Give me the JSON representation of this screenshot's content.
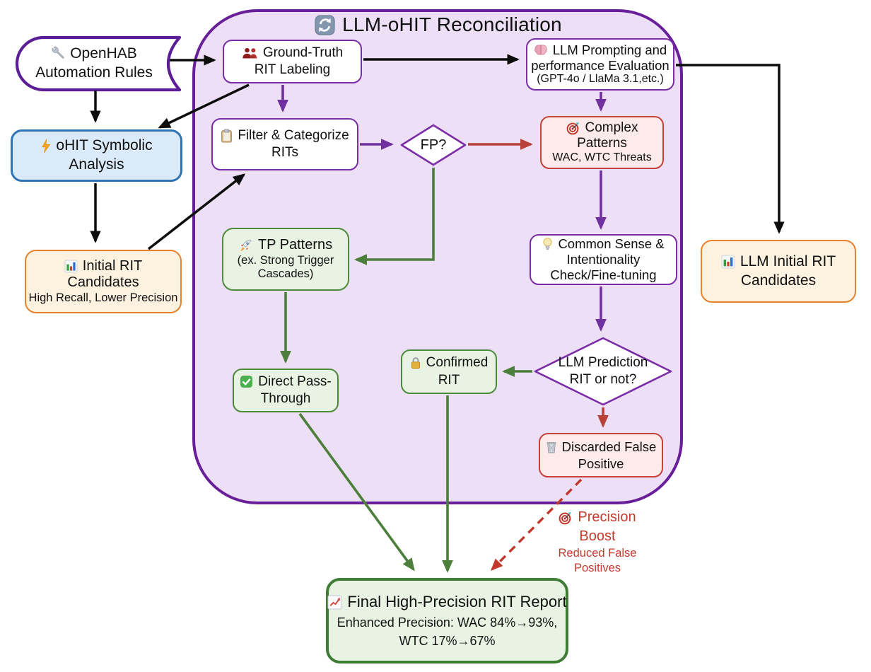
{
  "title": {
    "label": "LLM-oHIT Reconciliation",
    "icon": "sync-icon"
  },
  "nodes": {
    "openhab": {
      "icon": "wrench-icon",
      "line1": "OpenHAB",
      "line2": "Automation Rules"
    },
    "ohit": {
      "icon": "lightning-icon",
      "line1": "oHIT Symbolic",
      "line2": "Analysis"
    },
    "initial_rit": {
      "icon": "bar-chart-icon",
      "line1": "Initial RIT",
      "line2": "Candidates",
      "line3": "High Recall, Lower Precision"
    },
    "ground_truth": {
      "icon": "people-icon",
      "line1": "Ground-Truth",
      "line2": "RIT Labeling"
    },
    "llm_prompting": {
      "icon": "brain-icon",
      "line1": "LLM  Prompting and",
      "line2": "performance Evaluation",
      "line3": "(GPT-4o / LlaMa 3.1,etc.)"
    },
    "filter": {
      "icon": "clipboard-icon",
      "line1": "Filter & Categorize",
      "line2": "RITs"
    },
    "fp_diamond": {
      "label": "FP?"
    },
    "complex": {
      "icon": "target-icon",
      "line1": "Complex",
      "line2": "Patterns",
      "line3": "WAC, WTC Threats"
    },
    "tp_patterns": {
      "icon": "rocket-icon",
      "line1": "TP Patterns",
      "line2": "(ex. Strong Trigger",
      "line3": "Cascades)"
    },
    "common_sense": {
      "icon": "bulb-icon",
      "line1": "Common Sense &",
      "line2": "Intentionality",
      "line3": "Check/Fine-tuning"
    },
    "prediction_diamond": {
      "line1": "LLM Prediction",
      "line2": "RIT or not?"
    },
    "confirmed": {
      "icon": "lock-icon",
      "line1": "Confirmed",
      "line2": "RIT"
    },
    "direct_pass": {
      "icon": "check-icon",
      "line1": "Direct Pass-",
      "line2": "Through"
    },
    "discarded": {
      "icon": "trash-icon",
      "line1": "Discarded False",
      "line2": "Positive"
    },
    "llm_initial": {
      "icon": "bar-chart-icon",
      "line1": "LLM Initial RIT",
      "line2": "Candidates"
    },
    "final_report": {
      "icon": "line-chart-icon",
      "line1": "Final High-Precision RIT Report",
      "line2": "Enhanced Precision: WAC 84%→93%,",
      "line3": "WTC 17%→67%"
    },
    "precision_boost": {
      "icon": "target-icon",
      "line1": "Precision",
      "line2": "Boost",
      "line3": "Reduced False",
      "line4": "Positives"
    }
  },
  "edges": [
    {
      "from": "openhab",
      "to": "ground_truth",
      "color": "black",
      "style": "solid"
    },
    {
      "from": "openhab",
      "to": "ohit",
      "color": "black",
      "style": "solid"
    },
    {
      "from": "ground_truth",
      "to": "ohit",
      "color": "black",
      "style": "solid"
    },
    {
      "from": "ohit",
      "to": "initial_rit",
      "color": "black",
      "style": "solid"
    },
    {
      "from": "initial_rit",
      "to": "filter",
      "color": "black",
      "style": "solid"
    },
    {
      "from": "ground_truth",
      "to": "llm_prompting",
      "color": "black",
      "style": "solid"
    },
    {
      "from": "llm_prompting",
      "to": "llm_initial",
      "color": "black",
      "style": "solid"
    },
    {
      "from": "ground_truth",
      "to": "filter",
      "color": "purple",
      "style": "solid"
    },
    {
      "from": "filter",
      "to": "fp_diamond",
      "color": "purple",
      "style": "solid"
    },
    {
      "from": "llm_prompting",
      "to": "complex",
      "color": "purple",
      "style": "solid"
    },
    {
      "from": "complex",
      "to": "common_sense",
      "color": "purple",
      "style": "solid"
    },
    {
      "from": "common_sense",
      "to": "prediction_diamond",
      "color": "purple",
      "style": "solid"
    },
    {
      "from": "fp_diamond",
      "to": "complex",
      "color": "red",
      "style": "solid"
    },
    {
      "from": "fp_diamond",
      "to": "tp_patterns",
      "color": "green",
      "style": "solid"
    },
    {
      "from": "tp_patterns",
      "to": "direct_pass",
      "color": "green",
      "style": "solid"
    },
    {
      "from": "prediction_diamond",
      "to": "confirmed",
      "color": "green",
      "style": "solid"
    },
    {
      "from": "prediction_diamond",
      "to": "discarded",
      "color": "red",
      "style": "solid"
    },
    {
      "from": "confirmed",
      "to": "final_report",
      "color": "green",
      "style": "solid"
    },
    {
      "from": "direct_pass",
      "to": "final_report",
      "color": "green",
      "style": "solid"
    },
    {
      "from": "discarded",
      "to": "final_report",
      "color": "red",
      "style": "dashed"
    }
  ],
  "colors": {
    "container_fill": "#EDDFF5",
    "container_border": "#6A1F9A",
    "purple_box_border": "#7A2DA6",
    "purple_arrow": "#7030A0",
    "blue_border": "#2E75B6",
    "blue_fill": "#DBEAF8",
    "orange_border": "#E8822D",
    "orange_fill": "#FCF2DF",
    "green_border": "#4C8B3B",
    "green_fill": "#E9F3E4",
    "green_arrow": "#4C7F3B",
    "red_border": "#C4423A",
    "red_fill": "#FCEBEA",
    "red_arrow": "#B8423A",
    "annotation_text": "#C23B2E",
    "black_arrow": "#0D0D0D"
  }
}
